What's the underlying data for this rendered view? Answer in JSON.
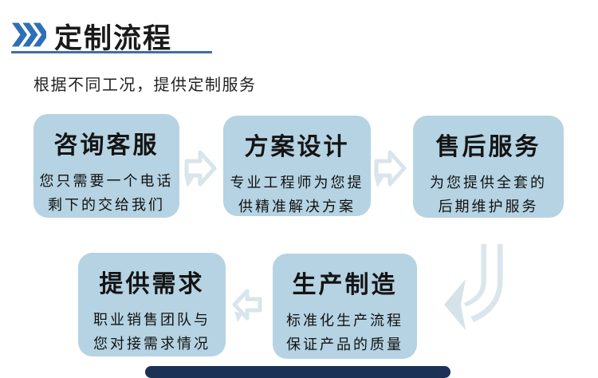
{
  "header": {
    "title": "定制流程",
    "subtitle": "根据不同工况，提供定制服务",
    "icon": "triple-chevron-right-icon",
    "accent_color": "#2f6fb5",
    "underline_color": "#3d6fa8"
  },
  "flow": {
    "box_fill_color": "#b5d3e2",
    "arrow_fill_color": "#d9e5ec",
    "steps": [
      {
        "title": "咨询客服",
        "line1": "您只需要一个电话",
        "line2": "剩下的交给我们"
      },
      {
        "title": "方案设计",
        "line1": "专业工程师为您提",
        "line2": "供精准解决方案"
      },
      {
        "title": "售后服务",
        "line1": "为您提供全套的",
        "line2": "后期维护服务"
      },
      {
        "title": "提供需求",
        "line1": "职业销售团队与",
        "line2": "您对接需求情况"
      },
      {
        "title": "生产制造",
        "line1": "标准化生产流程",
        "line2": "保证产品的质量"
      }
    ],
    "arrows": [
      {
        "name": "arrow-right-1",
        "direction": "right"
      },
      {
        "name": "arrow-right-2",
        "direction": "right"
      },
      {
        "name": "arrow-left-1",
        "direction": "left"
      },
      {
        "name": "arrow-curve-down-left",
        "direction": "down-left"
      }
    ]
  },
  "footer": {
    "cropped_next_section_bar_color": "#1c3156"
  }
}
